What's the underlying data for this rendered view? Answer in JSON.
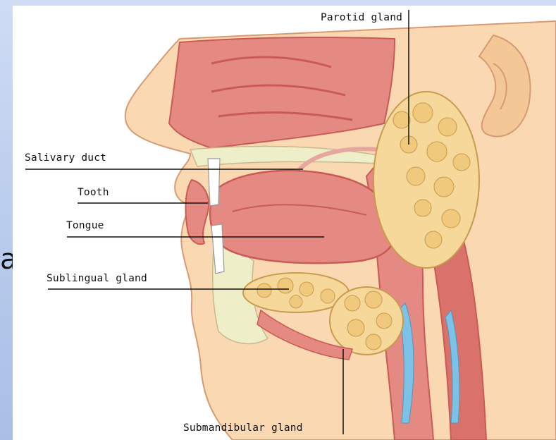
{
  "diagram": {
    "slide_fragment": "a",
    "labels": {
      "parotid": "Parotid gland",
      "salivary_duct": "Salivary duct",
      "tooth": "Tooth",
      "tongue": "Tongue",
      "sublingual": "Sublingual gland",
      "submandibular": "Submandibular gland"
    }
  },
  "colors": {
    "background": "#b8cbec",
    "skin": "#fad9b2",
    "skin_outline": "#d89a73",
    "tissue": "#e58a82",
    "tissue_dark": "#c95a55",
    "gland": "#f6d89a",
    "gland_outline": "#c99a4f",
    "bone": "#eeeec8",
    "airway": "#7cc2e6"
  }
}
